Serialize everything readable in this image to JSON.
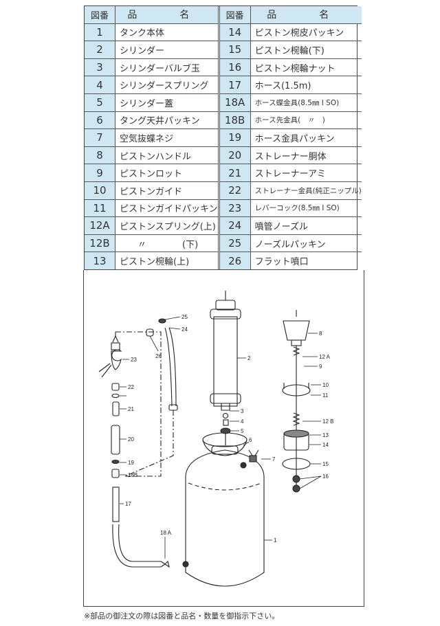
{
  "table": {
    "header": {
      "num": "図番",
      "name": "品　名"
    },
    "left": [
      {
        "num": "1",
        "name": "タンク本体"
      },
      {
        "num": "2",
        "name": "シリンダー"
      },
      {
        "num": "3",
        "name": "シリンダーバルブ玉"
      },
      {
        "num": "4",
        "name": "シリンダースプリング"
      },
      {
        "num": "5",
        "name": "シリンダー蓋"
      },
      {
        "num": "6",
        "name": "タング天井パッキン"
      },
      {
        "num": "7",
        "name": "空気抜蝶ネジ"
      },
      {
        "num": "8",
        "name": "ピストンハンドル"
      },
      {
        "num": "9",
        "name": "ピストンロット"
      },
      {
        "num": "10",
        "name": "ピストンガイド"
      },
      {
        "num": "11",
        "name": "ピストンガイドパッキン"
      },
      {
        "num": "12A",
        "name": "ピストンスプリング(上)"
      },
      {
        "num": "12B",
        "name": "　　〃　　　　(下)"
      },
      {
        "num": "13",
        "name": "ピストン椀輪(上)"
      }
    ],
    "right": [
      {
        "num": "14",
        "name": "ピストン椀皮パッキン"
      },
      {
        "num": "15",
        "name": "ピストン椀輪(下)"
      },
      {
        "num": "16",
        "name": "ピストン椀輪ナット"
      },
      {
        "num": "17",
        "name": "ホース(1.5m)"
      },
      {
        "num": "18A",
        "name": "ホース蝶金具(8.5㎜ I SO)"
      },
      {
        "num": "18B",
        "name": "ホース先金具(　〃　)"
      },
      {
        "num": "19",
        "name": "ホース金具パッキン"
      },
      {
        "num": "20",
        "name": "ストレーナー胴体"
      },
      {
        "num": "21",
        "name": "ストレーナーアミ"
      },
      {
        "num": "22",
        "name": "ストレーナー金具(純正ニップル)"
      },
      {
        "num": "23",
        "name": "レバーコック(8.5㎜ I SO)"
      },
      {
        "num": "24",
        "name": "噴管ノーズル"
      },
      {
        "num": "25",
        "name": "ノーズルパッキン"
      },
      {
        "num": "26",
        "name": "フラット噴口"
      }
    ]
  },
  "diagram": {
    "labels": {
      "l1": "1",
      "l2": "2",
      "l3": "3",
      "l4": "4",
      "l5": "5",
      "l6": "6",
      "l7": "7",
      "l8": "8",
      "l9": "9",
      "l10": "10",
      "l11": "11",
      "l12a": "12 A",
      "l12b": "12 B",
      "l13": "13",
      "l14": "14",
      "l15": "15",
      "l16": "16",
      "l17": "17",
      "l18a": "18 A",
      "l18b": "18B",
      "l19": "19",
      "l20": "20",
      "l21": "21",
      "l22": "22",
      "l23": "23",
      "l24": "24",
      "l25": "25",
      "l26": "26"
    }
  },
  "footnote": "※部品の御注文の際は図番と品名・数量を御指示下さい。"
}
